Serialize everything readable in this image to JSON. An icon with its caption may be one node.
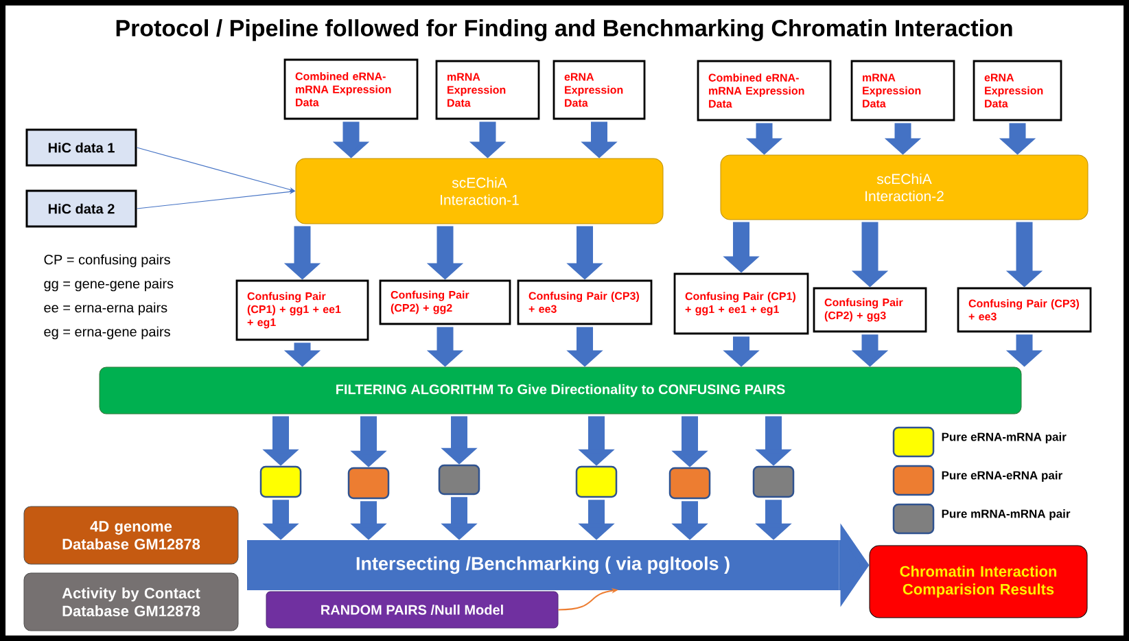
{
  "diagram": {
    "title": "Protocol / Pipeline followed for Finding and Benchmarking Chromatin Interaction",
    "nodes": [
      {
        "text": [
          "Combined eRNA-mRNA Expression Data"
        ]
      },
      {
        "text": [
          "mRNA Expression Data"
        ]
      },
      {
        "text": [
          "eRNA Expression Data"
        ]
      },
      {
        "text": [
          "Combined eRNA-mRNA Expression Data"
        ]
      },
      {
        "text": [
          "mRNA Expression Data"
        ]
      },
      {
        "text": [
          "eRNA Expression Data"
        ]
      },
      {
        "text": [
          "HiC data 1"
        ]
      },
      {
        "text": [
          "HiC data 2"
        ]
      },
      {
        "text": [
          "scEChiA Interaction-1"
        ]
      },
      {
        "text": [
          "scEChiA Interaction-2"
        ]
      },
      {
        "text": [
          "Confusing Pair (CP1) + gg1 + ee1 + eg1"
        ]
      },
      {
        "text": [
          "Confusing Pair (CP2) + gg2"
        ]
      },
      {
        "text": [
          "Confusing Pair (CP3) + ee3"
        ]
      },
      {
        "text": [
          "Confusing Pair (CP1) + gg1 + ee1 + eg1"
        ]
      },
      {
        "text": [
          "Confusing Pair (CP2) + gg3"
        ]
      },
      {
        "text": [
          "Confusing Pair (CP3) +  ee3"
        ]
      },
      {
        "text": [
          "FILTERING ALGORITHM To Give Directionality to CONFUSING PAIRS"
        ]
      },
      {
        "text": [],
        "shape": "box"
      },
      {
        "text": [],
        "shape": "box"
      },
      {
        "text": [],
        "shape": "box"
      },
      {
        "text": [],
        "shape": "box"
      },
      {
        "text": [],
        "shape": "box"
      },
      {
        "text": [],
        "shape": "box"
      },
      {
        "text": [
          "4D genome Database GM12878"
        ]
      },
      {
        "text": [
          "Activity by Contact Database GM12878"
        ]
      },
      {
        "text": [
          "Intersecting /Benchmarking ( via pgltools )"
        ]
      },
      {
        "text": [
          "RANDOM PAIRS /Null Model"
        ]
      },
      {
        "text": [
          "Chromatin Interaction Comparision Results"
        ]
      }
    ],
    "edges": [
      {
        "from": 0,
        "to": 8,
        "arrow": "to"
      },
      {
        "from": 1,
        "to": 8,
        "arrow": "to"
      },
      {
        "from": 2,
        "to": 8,
        "arrow": "to"
      },
      {
        "from": 3,
        "to": 9,
        "arrow": "to"
      },
      {
        "from": 4,
        "to": 9,
        "arrow": "to"
      },
      {
        "from": 5,
        "to": 9,
        "arrow": "to"
      },
      {
        "from": 6,
        "to": 8,
        "arrow": "to"
      },
      {
        "from": 7,
        "to": 8,
        "arrow": "to"
      },
      {
        "from": 8,
        "to": 10,
        "arrow": "to"
      },
      {
        "from": 8,
        "to": 11,
        "arrow": "to"
      },
      {
        "from": 8,
        "to": 12,
        "arrow": "to"
      },
      {
        "from": 9,
        "to": 13,
        "arrow": "to"
      },
      {
        "from": 9,
        "to": 14,
        "arrow": "to"
      },
      {
        "from": 9,
        "to": 15,
        "arrow": "to"
      },
      {
        "from": 10,
        "to": 16,
        "arrow": "to"
      },
      {
        "from": 11,
        "to": 16,
        "arrow": "to"
      },
      {
        "from": 12,
        "to": 16,
        "arrow": "to"
      },
      {
        "from": 13,
        "to": 16,
        "arrow": "to"
      },
      {
        "from": 14,
        "to": 16,
        "arrow": "to"
      },
      {
        "from": 15,
        "to": 16,
        "arrow": "to"
      },
      {
        "from": 16,
        "to": 17,
        "arrow": "to"
      },
      {
        "from": 16,
        "to": 18,
        "arrow": "to"
      },
      {
        "from": 16,
        "to": 19,
        "arrow": "to"
      },
      {
        "from": 16,
        "to": 20,
        "arrow": "to"
      },
      {
        "from": 16,
        "to": 21,
        "arrow": "to"
      },
      {
        "from": 16,
        "to": 22,
        "arrow": "to"
      },
      {
        "from": 17,
        "to": 25,
        "arrow": "to"
      },
      {
        "from": 18,
        "to": 25,
        "arrow": "to"
      },
      {
        "from": 19,
        "to": 25,
        "arrow": "to"
      },
      {
        "from": 20,
        "to": 25,
        "arrow": "to"
      },
      {
        "from": 21,
        "to": 25,
        "arrow": "to"
      },
      {
        "from": 22,
        "to": 25,
        "arrow": "to"
      },
      {
        "from": 26,
        "to": 25,
        "arrow": "to",
        "color": "#ed7d31"
      },
      {
        "from": 25,
        "to": 27,
        "arrow": "to",
        "style": "thick"
      }
    ],
    "labels": [
      "CP = confusing pairs",
      "gg = gene-gene pairs",
      "ee = erna-erna pairs",
      "eg = erna-gene pairs"
    ],
    "legend": [
      {
        "text": "Pure eRNA-mRNA pair",
        "color": "#ffff00"
      },
      {
        "text": "Pure eRNA-eRNA pair",
        "color": "#ed7d31"
      },
      {
        "text": "Pure mRNA-mRNA pair",
        "color": "#7f7f7f"
      }
    ]
  }
}
